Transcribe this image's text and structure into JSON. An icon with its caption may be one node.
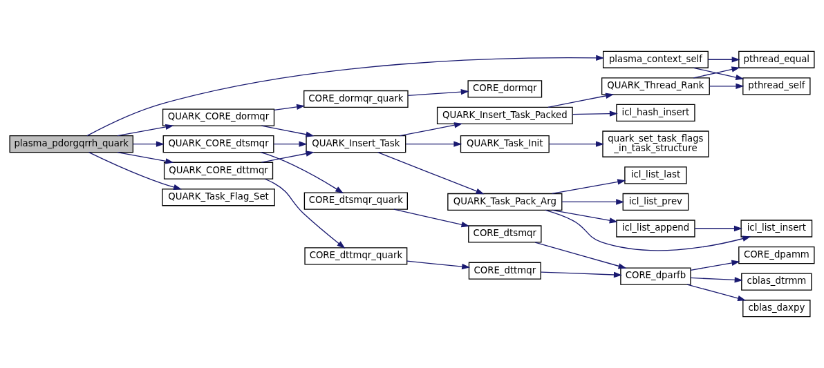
{
  "diagram": {
    "nodes": [
      {
        "text": [
          "plasma_pdorgqrrh_quark"
        ]
      },
      {
        "text": [
          "plasma_context_self"
        ]
      },
      {
        "text": [
          "QUARK_CORE_dormqr"
        ]
      },
      {
        "text": [
          "QUARK_CORE_dttmqr"
        ]
      },
      {
        "text": [
          "QUARK_CORE_dtsmqr"
        ]
      },
      {
        "text": [
          "QUARK_Task_Flag_Set"
        ]
      },
      {
        "text": [
          "pthread_self"
        ]
      },
      {
        "text": [
          "pthread_equal"
        ]
      },
      {
        "text": [
          "CORE_dormqr_quark"
        ]
      },
      {
        "text": [
          "QUARK_Insert_Task"
        ]
      },
      {
        "text": [
          "CORE_dttmqr_quark"
        ]
      },
      {
        "text": [
          "CORE_dtsmqr_quark"
        ]
      },
      {
        "text": [
          "CORE_dormqr"
        ]
      },
      {
        "text": [
          "QUARK_Thread_Rank"
        ]
      },
      {
        "text": [
          "QUARK_Insert_Task_Packed"
        ]
      },
      {
        "text": [
          "icl_hash_insert"
        ]
      },
      {
        "text": [
          "QUARK_Task_Init"
        ]
      },
      {
        "text": [
          "quark_set_task_flags_in_task_structure"
        ]
      },
      {
        "text": [
          "QUARK_Task_Pack_Arg"
        ]
      },
      {
        "text": [
          "icl_list_prev"
        ]
      },
      {
        "text": [
          "icl_list_append"
        ]
      },
      {
        "text": [
          "icl_list_insert"
        ]
      },
      {
        "text": [
          "icl_list_last"
        ]
      },
      {
        "text": [
          "CORE_dttmqr"
        ]
      },
      {
        "text": [
          "CORE_dtsmqr"
        ]
      },
      {
        "text": [
          "CORE_dparfb"
        ]
      },
      {
        "text": [
          "CORE_dpamm"
        ]
      },
      {
        "text": [
          "cblas_dtrmm"
        ]
      },
      {
        "text": [
          "cblas_daxpy"
        ]
      }
    ],
    "edges": [
      {
        "from": 0,
        "to": 1,
        "arrow": "to"
      },
      {
        "from": 0,
        "to": 2,
        "arrow": "to"
      },
      {
        "from": 0,
        "to": 3,
        "arrow": "to"
      },
      {
        "from": 0,
        "to": 4,
        "arrow": "to"
      },
      {
        "from": 0,
        "to": 5,
        "arrow": "to"
      },
      {
        "from": 1,
        "to": 6,
        "arrow": "to"
      },
      {
        "from": 1,
        "to": 7,
        "arrow": "to"
      },
      {
        "from": 2,
        "to": 8,
        "arrow": "to"
      },
      {
        "from": 2,
        "to": 9,
        "arrow": "to"
      },
      {
        "from": 3,
        "to": 9,
        "arrow": "to"
      },
      {
        "from": 3,
        "to": 10,
        "arrow": "to"
      },
      {
        "from": 4,
        "to": 9,
        "arrow": "to"
      },
      {
        "from": 4,
        "to": 11,
        "arrow": "to"
      },
      {
        "from": 8,
        "to": 12,
        "arrow": "to"
      },
      {
        "from": 9,
        "to": 14,
        "arrow": "to"
      },
      {
        "from": 9,
        "to": 16,
        "arrow": "to"
      },
      {
        "from": 9,
        "to": 18,
        "arrow": "to"
      },
      {
        "from": 14,
        "to": 13,
        "arrow": "to"
      },
      {
        "from": 14,
        "to": 15,
        "arrow": "to"
      },
      {
        "from": 13,
        "to": 6,
        "arrow": "to"
      },
      {
        "from": 13,
        "to": 7,
        "arrow": "to"
      },
      {
        "from": 16,
        "to": 17,
        "arrow": "to"
      },
      {
        "from": 18,
        "to": 19,
        "arrow": "to"
      },
      {
        "from": 18,
        "to": 20,
        "arrow": "to"
      },
      {
        "from": 18,
        "to": 21,
        "arrow": "to"
      },
      {
        "from": 18,
        "to": 22,
        "arrow": "to"
      },
      {
        "from": 20,
        "to": 21,
        "arrow": "to"
      },
      {
        "from": 10,
        "to": 23,
        "arrow": "to"
      },
      {
        "from": 11,
        "to": 24,
        "arrow": "to"
      },
      {
        "from": 23,
        "to": 25,
        "arrow": "to"
      },
      {
        "from": 24,
        "to": 25,
        "arrow": "to"
      },
      {
        "from": 25,
        "to": 26,
        "arrow": "to"
      },
      {
        "from": 25,
        "to": 27,
        "arrow": "to"
      },
      {
        "from": 25,
        "to": 28,
        "arrow": "to"
      }
    ]
  }
}
